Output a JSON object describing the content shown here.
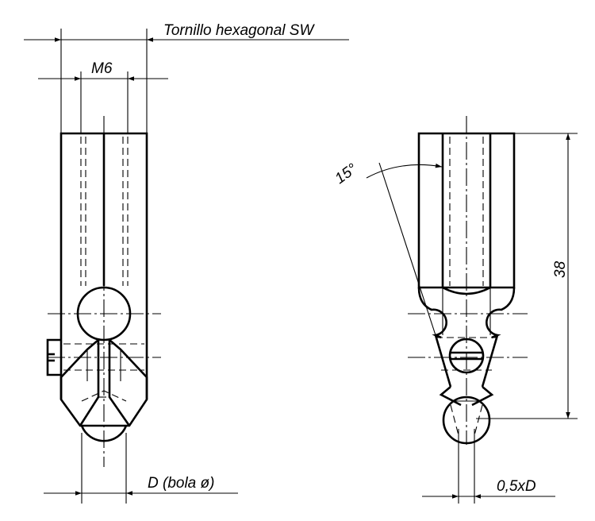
{
  "drawing": {
    "labels": {
      "hex_screw": "Tornillo hexagonal SW",
      "thread": "M6",
      "ball_diameter": "D (bola ø)",
      "angle": "15°",
      "height": "38",
      "half_d": "0,5xD"
    }
  }
}
